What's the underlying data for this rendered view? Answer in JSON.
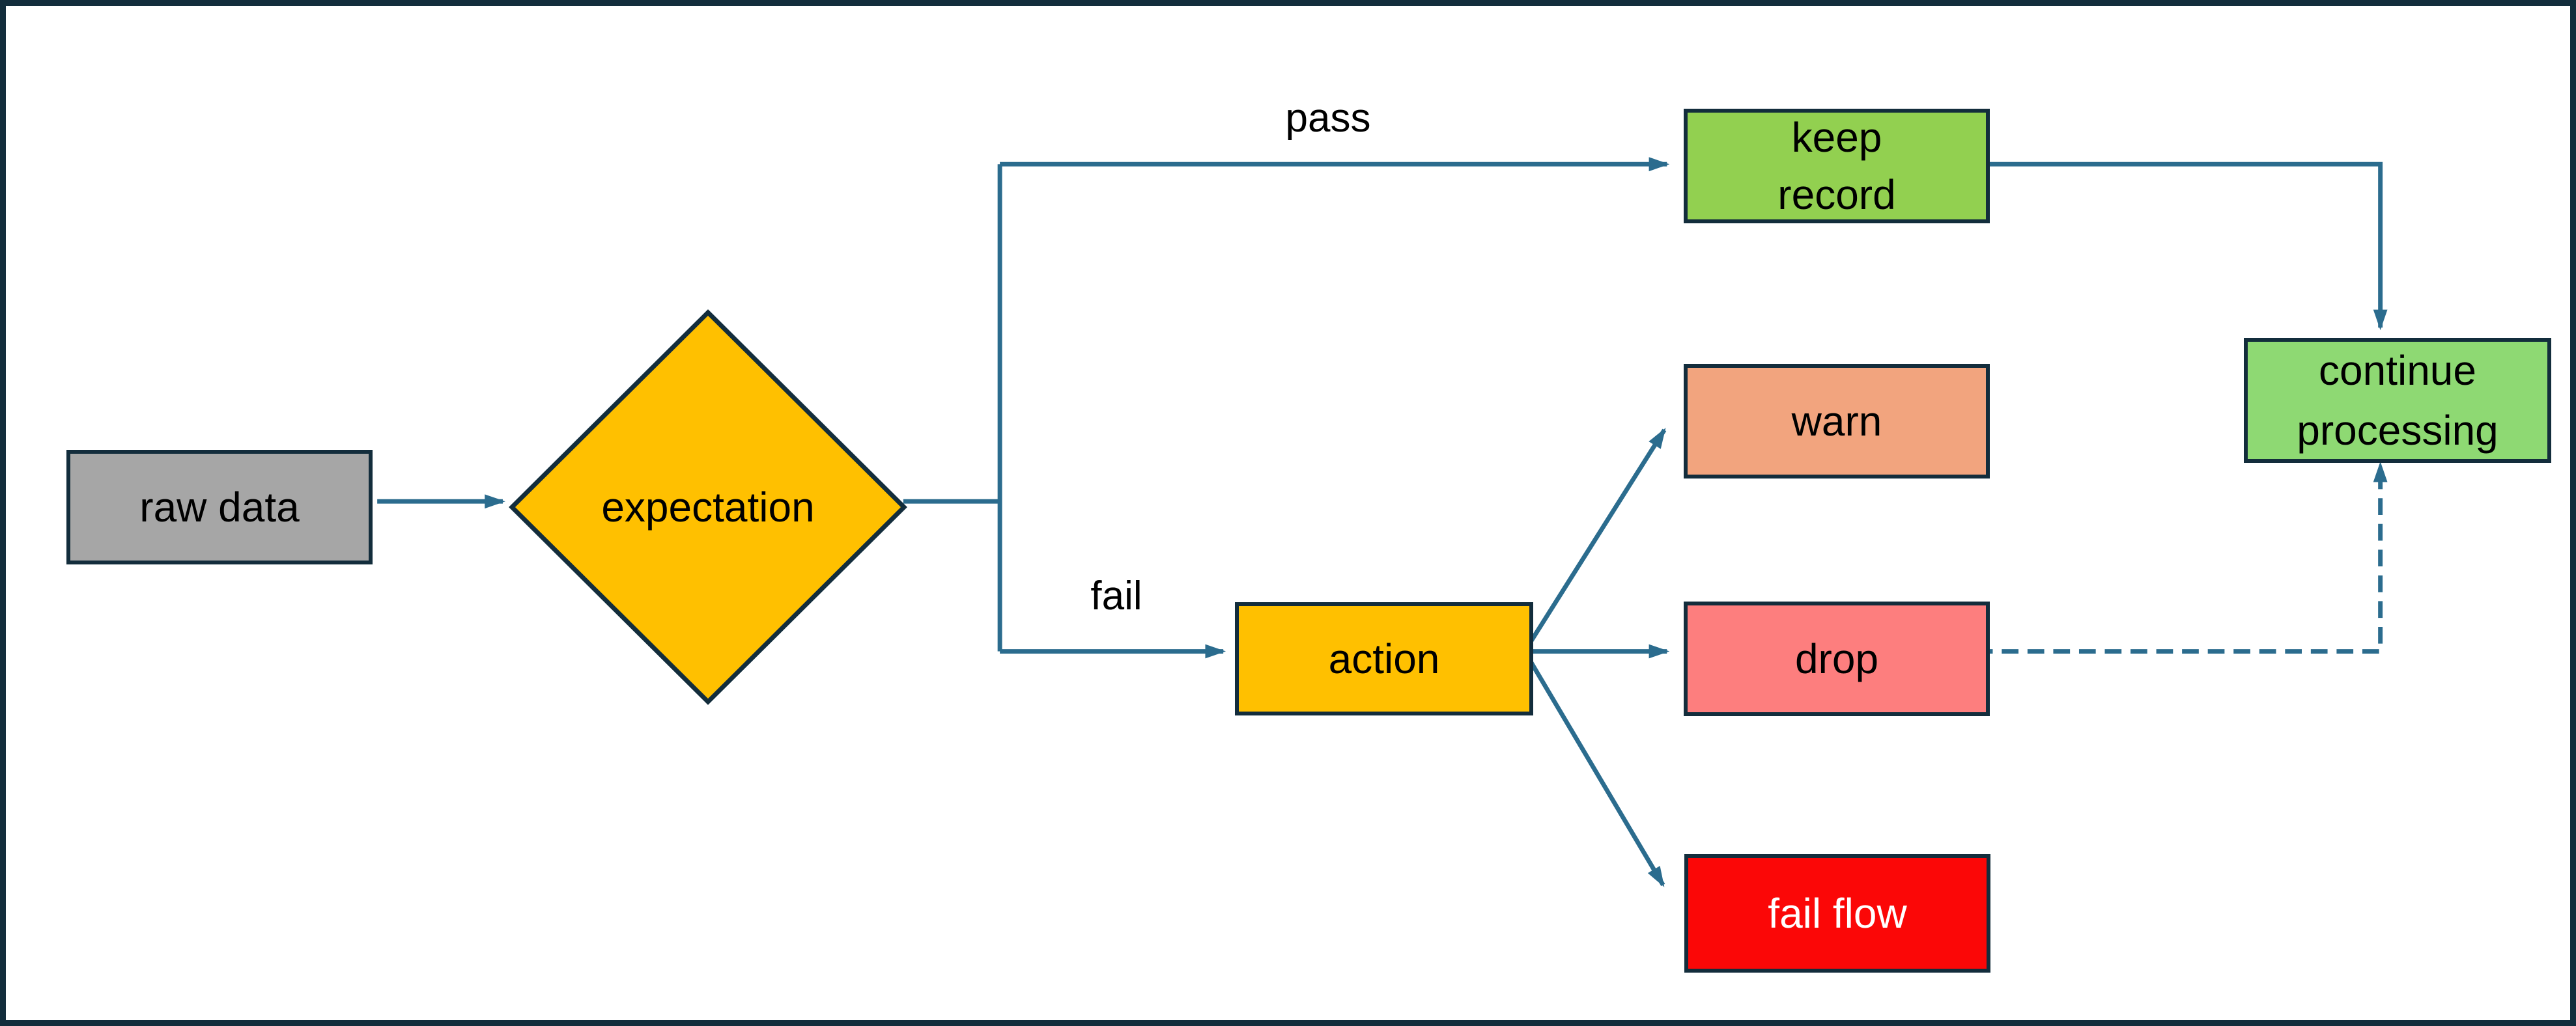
{
  "canvas": {
    "background": "#ffffff",
    "frame_color": "#132d3c"
  },
  "colors": {
    "connector": "#2b6c8e",
    "node_border": "#132d3c"
  },
  "nodes": {
    "raw_data": {
      "label": "raw data",
      "fill": "#a6a6a6",
      "text_color": "#000000"
    },
    "expectation": {
      "label": "expectation",
      "fill": "#ffc000",
      "text_color": "#000000"
    },
    "keep_record": {
      "lines": [
        "keep",
        "record"
      ],
      "fill": "#92d050",
      "text_color": "#000000"
    },
    "continue_processing": {
      "lines": [
        "continue",
        "processing"
      ],
      "fill": "#8ed973",
      "text_color": "#000000"
    },
    "action": {
      "label": "action",
      "fill": "#ffc000",
      "text_color": "#000000"
    },
    "warn": {
      "label": "warn",
      "fill": "#f2a47e",
      "text_color": "#000000"
    },
    "drop": {
      "label": "drop",
      "fill": "#fd7e7e",
      "text_color": "#000000"
    },
    "fail_flow": {
      "label": "fail flow",
      "fill": "#fb0707",
      "text_color": "#ffffff"
    }
  },
  "edge_labels": {
    "pass": "pass",
    "fail": "fail"
  },
  "edges": [
    {
      "from": "raw data",
      "to": "expectation",
      "style": "solid",
      "label": ""
    },
    {
      "from": "expectation",
      "to": "keep record",
      "style": "solid",
      "label": "pass"
    },
    {
      "from": "expectation",
      "to": "action",
      "style": "solid",
      "label": "fail"
    },
    {
      "from": "keep record",
      "to": "continue processing",
      "style": "solid",
      "label": ""
    },
    {
      "from": "action",
      "to": "warn",
      "style": "solid",
      "label": ""
    },
    {
      "from": "action",
      "to": "drop",
      "style": "solid",
      "label": ""
    },
    {
      "from": "action",
      "to": "fail flow",
      "style": "solid",
      "label": ""
    },
    {
      "from": "drop",
      "to": "continue processing",
      "style": "dashed",
      "label": ""
    }
  ]
}
